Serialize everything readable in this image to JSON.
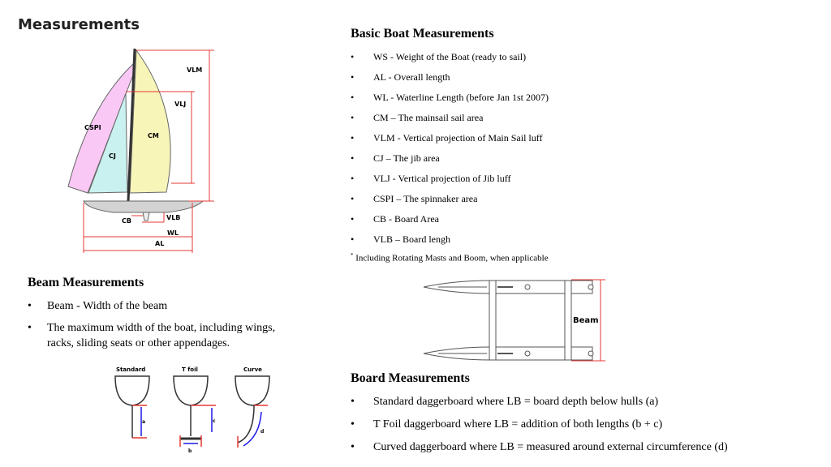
{
  "title": "Measurements",
  "basic": {
    "heading": "Basic Boat Measurements",
    "items": [
      "WS - Weight  of the Boat (ready to sail)",
      "AL - Overall  length",
      "WL - Waterline  Length  (before Jan 1st 2007)",
      "CM – The mainsail  sail  area",
      "VLM - Vertical  projection  of Main Sail luff",
      "CJ – The jib area",
      "VLJ - Vertical  projection  of Jib luff",
      "CSPI – The  spinnaker  area",
      "CB - Board Area",
      "VLB – Board lengh"
    ],
    "footnote_mark": "*",
    "footnote": "Including  Rotating  Masts and Boom,  when  applicable"
  },
  "beam": {
    "heading": "Beam Measurements",
    "items": [
      "Beam - Width of the beam",
      "The maximum  width of the boat, including  wings, racks, sliding seats or other appendages."
    ],
    "diagram_label": "Beam"
  },
  "board": {
    "heading": "Board Measurements",
    "items": [
      "Standard daggerboard where LB = board depth below hulls  (a)",
      "T Foil  daggerboard where LB = addition of both lengths  (b + c)",
      "Curved daggerboard where LB = measured around external  circumference  (d)"
    ]
  },
  "sail_labels": {
    "vlm": "VLM",
    "vlj": "VLJ",
    "cspi": "CSPI",
    "cm": "CM",
    "cj": "CJ",
    "cb": "CB",
    "vlb": "VLB",
    "wl": "WL",
    "al": "AL"
  },
  "board_types": {
    "standard": "Standard",
    "tfoil": "T foil",
    "curve": "Curve",
    "a": "a",
    "b": "b",
    "c": "c",
    "d": "d"
  },
  "bullet": "•",
  "colors": {
    "spinnaker": "#f9c8f5",
    "jib": "#c9f1ef",
    "mainsail": "#f7f5b8",
    "dimension_line": "#e53935",
    "arrow": "#1a1ae6",
    "hull": "#d3d3d3"
  }
}
